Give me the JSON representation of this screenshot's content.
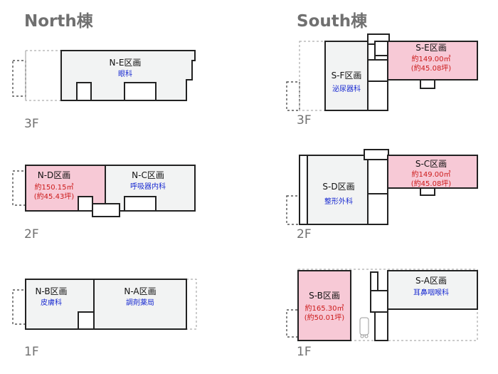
{
  "buildings": {
    "north": {
      "title": "North棟",
      "floors": [
        "3F",
        "2F",
        "1F"
      ],
      "zones": {
        "ne": {
          "name": "N-E区画",
          "dept": "眼科"
        },
        "nd": {
          "name": "N-D区画",
          "area": "約150.15㎡",
          "tsubo": "(約45.43坪)"
        },
        "nc": {
          "name": "N-C区画",
          "dept": "呼吸器内科"
        },
        "nb": {
          "name": "N-B区画",
          "dept": "皮膚科"
        },
        "na": {
          "name": "N-A区画",
          "dept": "調剤薬局"
        }
      }
    },
    "south": {
      "title": "South棟",
      "floors": [
        "3F",
        "2F",
        "1F"
      ],
      "zones": {
        "sf": {
          "name": "S-F区画",
          "dept": "泌尿器科"
        },
        "se": {
          "name": "S-E区画",
          "area": "約149.00㎡",
          "tsubo": "(約45.08坪)"
        },
        "sd": {
          "name": "S-D区画",
          "dept": "整形外科"
        },
        "sc": {
          "name": "S-C区画",
          "area": "約149.00㎡",
          "tsubo": "(約45.08坪)"
        },
        "sb": {
          "name": "S-B区画",
          "area": "約165.30㎡",
          "tsubo": "(約50.01坪)"
        },
        "sa": {
          "name": "S-A区画",
          "dept": "耳鼻咽喉科"
        }
      }
    }
  },
  "colors": {
    "available": "#f7c9d6",
    "occupied": "#f2f3f3",
    "dept_text": "#1a2bd1",
    "area_text": "#cc1b1b"
  }
}
